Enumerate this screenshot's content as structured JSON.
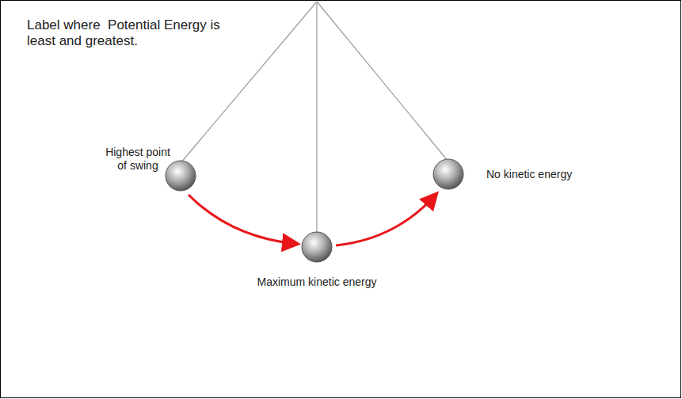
{
  "diagram": {
    "labels": [
      "Label where  Potential Energy is least and greatest.",
      "Highest point of swing",
      "No kinetic energy",
      "Maximum kinetic energy"
    ]
  }
}
